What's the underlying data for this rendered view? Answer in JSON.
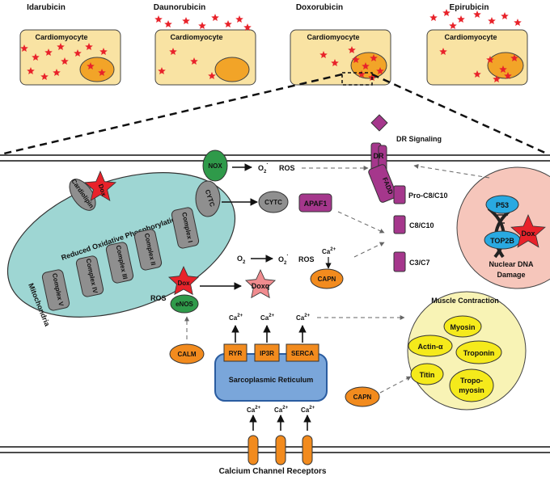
{
  "colors": {
    "cell_fill": "#f9e3a3",
    "nucleus": "#f2a428",
    "star": "#e8222a",
    "mito": "#9ed6d3",
    "gray_protein": "#8f8f8f",
    "green_protein": "#2f9a4a",
    "purple_protein": "#a5378c",
    "orange_protein": "#f28b1e",
    "blue_protein": "#29a9e1",
    "sr": "#7aa6da",
    "muscle": "#f8f3b5",
    "yellow_protein": "#f5ea1b",
    "nuclear_region": "#f6c6bb",
    "doxq": "#f08c8f"
  },
  "icons": [
    "star-icon",
    "dna-helix-icon",
    "arrow-icon"
  ],
  "drugs": [
    {
      "name": "Idarubicin",
      "cell_label": "Cardiomyocyte"
    },
    {
      "name": "Daunorubicin",
      "cell_label": "Cardiomyocyte"
    },
    {
      "name": "Doxorubicin",
      "cell_label": "Cardiomyocyte"
    },
    {
      "name": "Epirubicin",
      "cell_label": "Cardiomyocyte"
    }
  ],
  "labels": {
    "nox": "NOX",
    "o2_super": "O",
    "o2_sub": "2",
    "o2_sup": "·",
    "ros": "ROS",
    "dr_signaling": "DR Signaling",
    "dr": "DR",
    "fadd": "FADD",
    "pro_c8_c10": "Pro-C8/C10",
    "c8_c10": "C8/C10",
    "c3_c7": "C3/C7",
    "cardiolipin": "Cardiolipin",
    "dox": "Dox",
    "cytc": "CYTC",
    "apaf1": "APAF1",
    "reduced_oxphos": "Reduced Oxidative Phosphorylation",
    "complex_1": "Complex I",
    "complex_2": "Complex II",
    "complex_3": "Complex III",
    "complex_4": "Complex IV",
    "complex_5": "Complex V",
    "mitochondria": "Mitochondria",
    "o2": "O",
    "doxq": "Doxq",
    "ca": "Ca",
    "ca_sup": "2+",
    "capn": "CAPN",
    "enos": "eNOS",
    "calm": "CALM",
    "ryr": "RYR",
    "ip3r": "IP3R",
    "serca": "SERCA",
    "sr": "Sarcoplasmic Reticulum",
    "p53": "P53",
    "top2b": "TOP2B",
    "nuclear_dna_damage_1": "Nuclear DNA",
    "nuclear_dna_damage_2": "Damage",
    "muscle_contraction": "Muscle Contraction",
    "myosin": "Myosin",
    "actin": "Actin-α",
    "troponin": "Troponin",
    "titin": "Titin",
    "tropomyosin_1": "Tropo-",
    "tropomyosin_2": "myosin",
    "calcium_channel": "Calcium Channel Receptors"
  }
}
